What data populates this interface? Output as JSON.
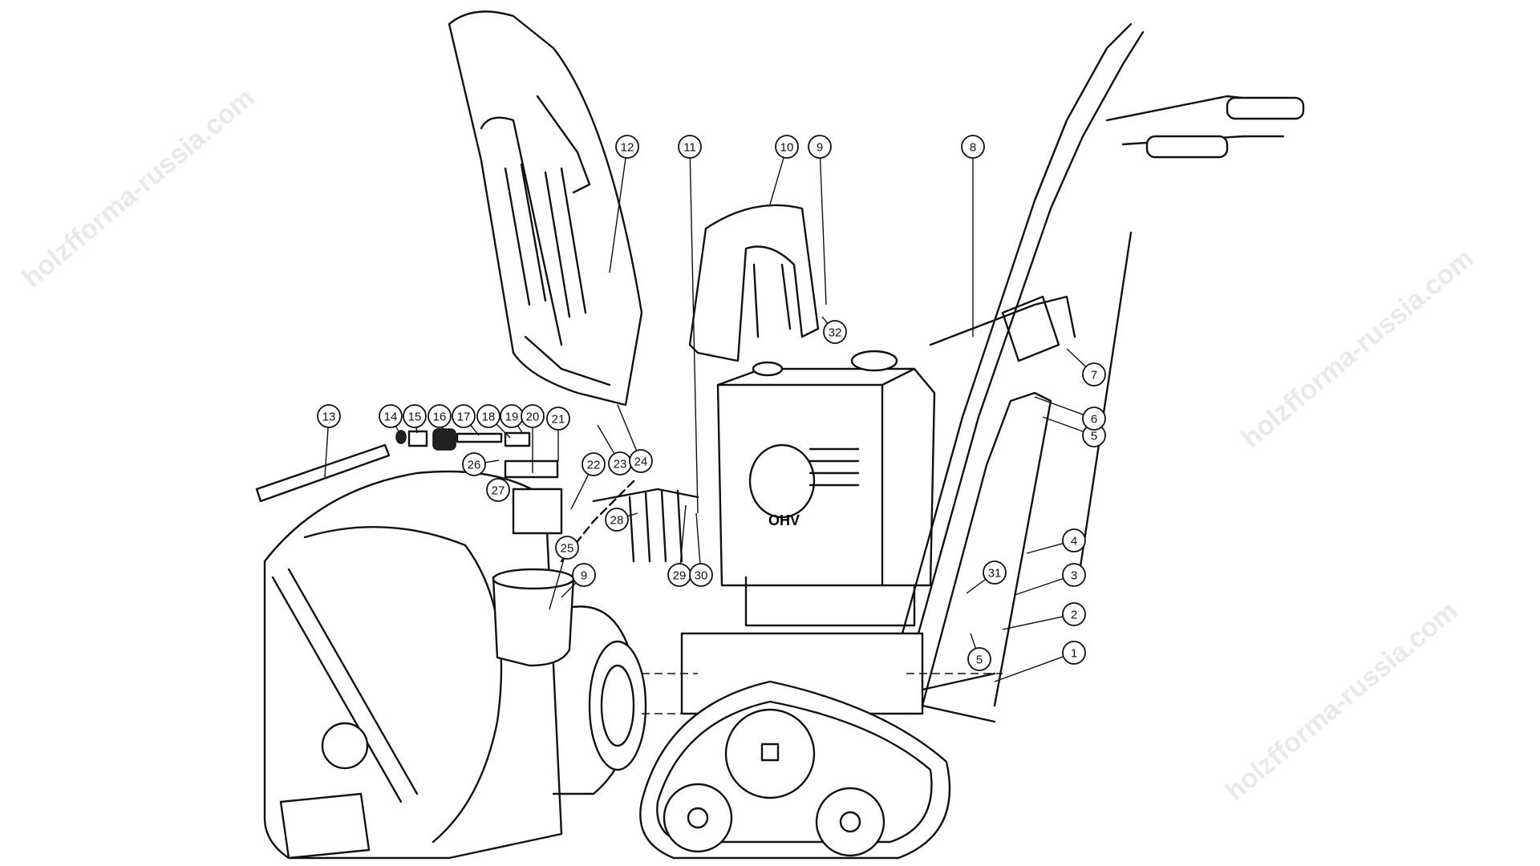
{
  "diagram": {
    "title": "Snow blower exploded parts view",
    "watermark": "holzfforma-russia.com",
    "engine_badge": "OHV",
    "callouts": [
      "1",
      "2",
      "3",
      "4",
      "5",
      "5",
      "6",
      "7",
      "8",
      "9",
      "9",
      "10",
      "11",
      "12",
      "13",
      "14",
      "15",
      "16",
      "17",
      "18",
      "19",
      "20",
      "21",
      "22",
      "23",
      "24",
      "25",
      "26",
      "27",
      "28",
      "29",
      "30",
      "31",
      "32"
    ]
  }
}
